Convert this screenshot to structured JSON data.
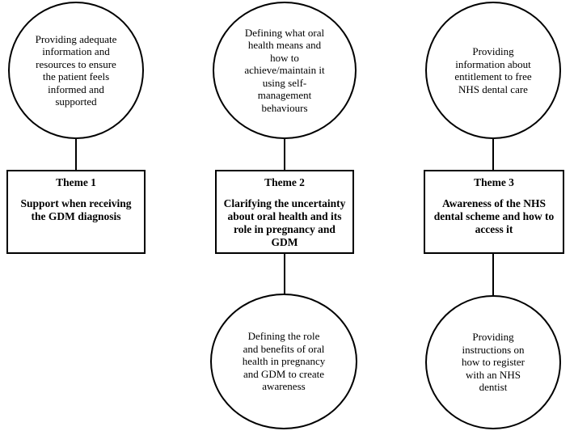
{
  "themes": [
    {
      "number": "Theme 1",
      "title": "Support when receiving the GDM diagnosis",
      "top_circle": "Providing adequate information and resources to ensure the patient feels informed and supported"
    },
    {
      "number": "Theme 2",
      "title": "Clarifying the uncertainty about oral health and its role in pregnancy and GDM",
      "top_circle": "Defining what oral health means and how to achieve/maintain it using self-management behaviours",
      "bottom_circle": "Defining the role and benefits of oral health in pregnancy and GDM to create awareness"
    },
    {
      "number": "Theme 3",
      "title": "Awareness of the NHS dental scheme and how to access it",
      "top_circle": "Providing information about entitlement to free NHS dental care",
      "bottom_circle": "Providing instructions on how to register with an NHS dentist"
    }
  ]
}
